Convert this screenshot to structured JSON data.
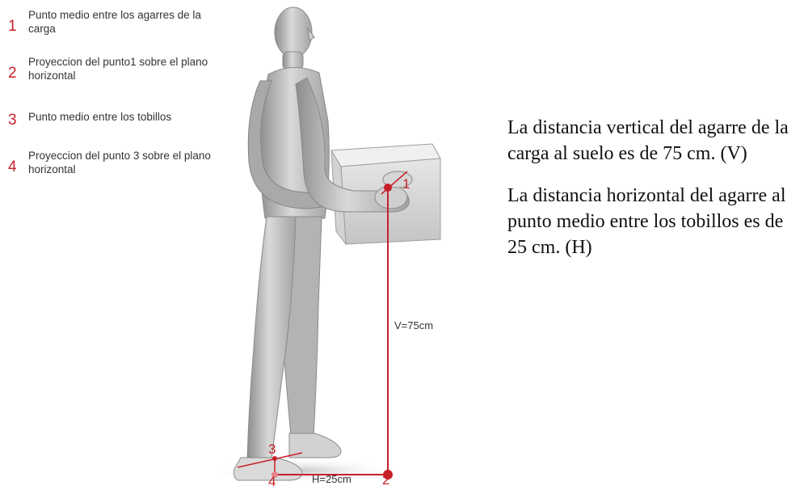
{
  "legend": [
    {
      "num": "1",
      "text": "Punto medio entre los agarres de la carga"
    },
    {
      "num": "2",
      "text": "Proyeccion del punto1 sobre el plano horizontal"
    },
    {
      "num": "3",
      "text": "Punto medio entre los tobillos"
    },
    {
      "num": "4",
      "text": "Proyeccion del punto 3 sobre el plano horizontal"
    }
  ],
  "diagram": {
    "v_label": "V=75cm",
    "h_label": "H=25cm",
    "point_1": "1",
    "point_2": "2",
    "point_3": "3",
    "point_4": "4",
    "accent_color": "#c8202a"
  },
  "description": {
    "vertical": "La distancia vertical del agarre de la carga al suelo es de 75 cm. (V)",
    "horizontal": "La distancia horizontal del agarre al punto medio entre los tobillos es de 25 cm. (H)"
  }
}
